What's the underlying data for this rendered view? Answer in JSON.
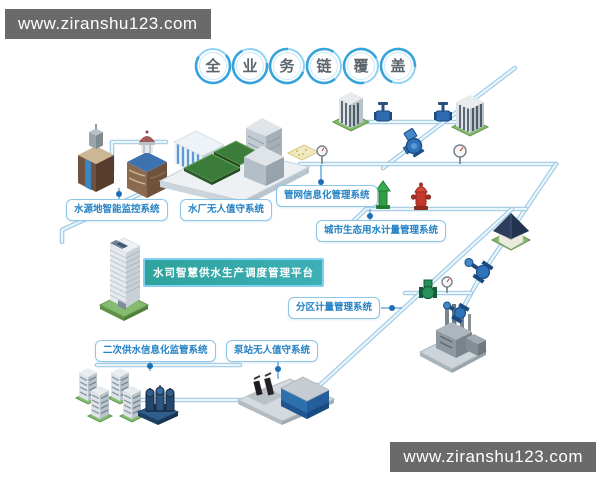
{
  "watermark": {
    "text": "www.ziranshu123.com"
  },
  "title": {
    "chars": [
      "全",
      "业",
      "务",
      "链",
      "覆",
      "盖"
    ]
  },
  "platform": {
    "label": "水司智慧供水生产调度管理平台"
  },
  "labels": [
    {
      "text": "水源地智能监控系统"
    },
    {
      "text": "水厂无人值守系统"
    },
    {
      "text": "管网信息化管理系统"
    },
    {
      "text": "城市生态用水计量管理系统"
    },
    {
      "text": "分区计量管理系统"
    },
    {
      "text": "二次供水信息化监管系统"
    },
    {
      "text": "泵站无人值守系统"
    }
  ],
  "colors": {
    "pipe": "#a2cbe3",
    "label_text": "#2381c4",
    "label_border": "#8cc6e8",
    "platform_bg": "#2ea39c",
    "platform_border": "#82cff2",
    "title_ring": "#36a3da",
    "watermark_bg": "#6a6a6a",
    "connector_dot": "#1e6fb8"
  }
}
